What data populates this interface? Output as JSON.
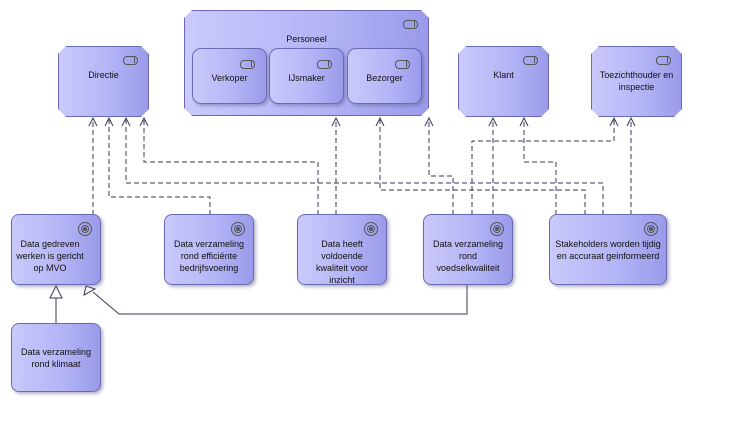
{
  "elements": {
    "directie": "Directie",
    "personeel": "Personeel",
    "verkoper": "Verkoper",
    "ijsmaker": "IJsmaker",
    "bezorger": "Bezorger",
    "klant": "Klant",
    "toezicht": "Toezichthouder en inspectie",
    "data_mvo": "Data gedreven werken is gericht op MVO",
    "data_bedrijf": "Data verzameling rond efficiënte bedrijfsvoering",
    "data_kwaliteit": "Data heeft voldoende kwaliteit voor inzicht",
    "data_voedsel": "Data verzameling rond voedselkwaliteit",
    "stakeholders": "Stakeholders worden tijdig en accuraat geinformeerd",
    "data_klimaat": "Data verzameling rond klimaat"
  },
  "icons": {
    "actor": "actor-icon",
    "goal": "goal-icon"
  },
  "colors": {
    "fill_light": "#c9c9fb",
    "fill_dark": "#9a9aea",
    "border": "#6a6ab0",
    "line": "#3a3a5a"
  }
}
